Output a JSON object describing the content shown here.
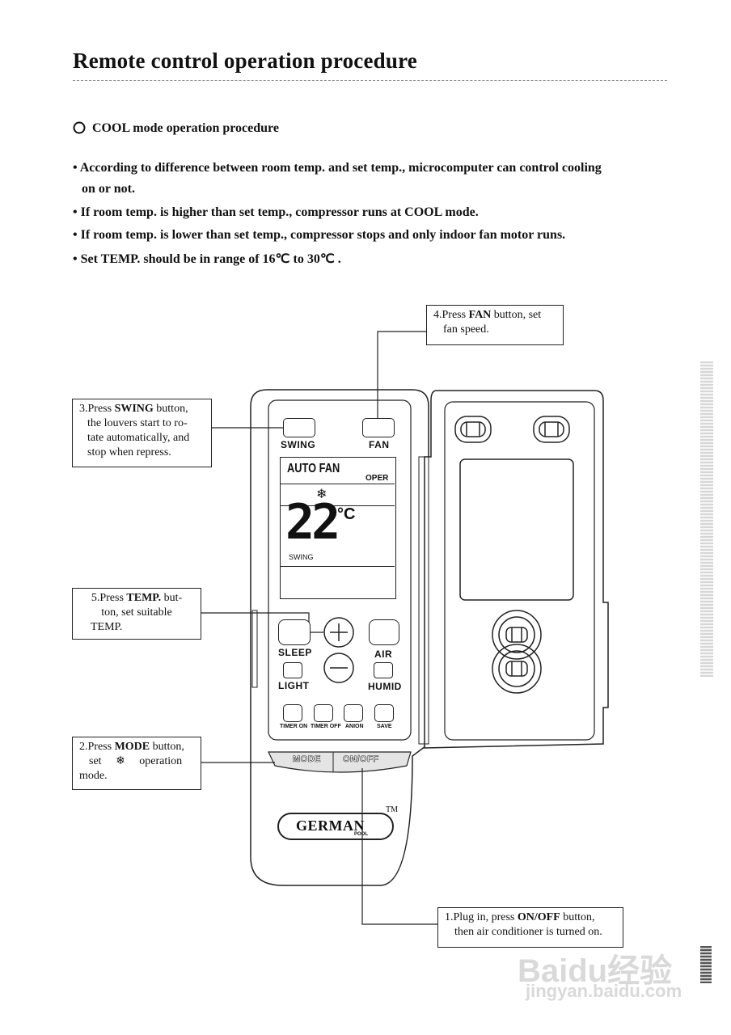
{
  "page": {
    "title": "Remote control operation procedure",
    "subheading": "COOL mode operation procedure",
    "bullets": [
      "• According to difference between room temp. and set temp., microcomputer can control cooling",
      "on or not.",
      "• If room temp. is higher than set temp., compressor runs at COOL mode.",
      "• If room temp. is lower than set temp., compressor stops and only indoor fan motor runs.",
      "• Set TEMP. should be in range of 16℃ to 30℃ ."
    ]
  },
  "callouts": {
    "step4": {
      "pre": "4.Press ",
      "bold": "FAN",
      "post": " button, set",
      "line2": "fan speed."
    },
    "step3": {
      "pre": "3.Press ",
      "bold": "SWING",
      "post": " button,",
      "lines": [
        "the louvers start to ro-",
        "tate automatically, and",
        "stop when repress."
      ]
    },
    "step5": {
      "pre": "5.Press ",
      "bold": "TEMP.",
      "post": " but-",
      "lines": [
        "ton, set suitable",
        "TEMP."
      ]
    },
    "step2": {
      "pre": "2.Press ",
      "bold": "MODE",
      "post": " button,",
      "l2a": "set",
      "l2b": "operation",
      "l3": "mode."
    },
    "step1": {
      "pre": "1.Plug in, press ",
      "bold": "ON/OFF",
      "post": " button,",
      "line2": "then air conditioner is turned on."
    }
  },
  "remote": {
    "labels": {
      "swing": "SWING",
      "fan": "FAN",
      "sleep": "SLEEP",
      "air": "AIR",
      "light": "LIGHT",
      "humid": "HUMID",
      "timer_on": "TIMER ON",
      "timer_off": "TIMER OFF",
      "anion": "ANION",
      "save": "SAVE",
      "mode": "MODE",
      "onoff": "ON/OFF"
    },
    "lcd": {
      "auto_fan": "AUTO FAN",
      "oper": "OPER",
      "temp": "22",
      "unit": "°C",
      "swing": "SWING"
    },
    "brand": "GERMAN",
    "brand_sub": "POOL",
    "tm": "TM"
  },
  "watermark": {
    "logo": "Baidu经验",
    "url": "jingyan.baidu.com"
  }
}
